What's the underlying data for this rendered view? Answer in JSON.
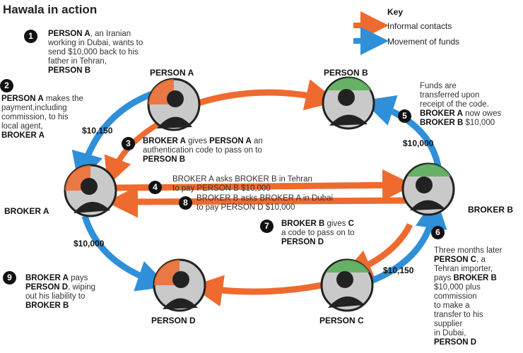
{
  "title": "Hawala in action",
  "key": {
    "heading": "Key",
    "informal": "Informal contacts",
    "funds": "Movement of funds",
    "colors": {
      "informal": "#ef6a2e",
      "funds": "#2f8fd8"
    }
  },
  "nodes": {
    "person_a": "PERSON A",
    "person_b": "PERSON B",
    "broker_a": "BROKER A",
    "broker_b": "BROKER B",
    "person_c": "PERSON C",
    "person_d": "PERSON D"
  },
  "amounts": {
    "a1": "$10,150",
    "a2": "$10,000",
    "a3": "$10,000",
    "a4": "$10,150"
  },
  "steps": [
    {
      "n": "1",
      "l1b": "PERSON A",
      "l1": ", an Iranian",
      "l2": "working in Dubai, wants to",
      "l3": "send $10,000 back to his",
      "l4": "father in Tehran,",
      "l5b": "PERSON B"
    },
    {
      "n": "2",
      "l1b": "PERSON A",
      "l1": " makes the",
      "l2": "payment,including",
      "l3": "commission, to his",
      "l4": "local agent,",
      "l5b": "BROKER A"
    },
    {
      "n": "3",
      "l1b": "BROKER A",
      "l1": " gives ",
      "l1b2": "PERSON A",
      "l1e": " an",
      "l2": "authentication code to pass on to",
      "l3b": "PERSON B"
    },
    {
      "n": "4",
      "l1": "BROKER A asks BROKER B in Tehran",
      "l2": "to pay PERSON B $10,000"
    },
    {
      "n": "5",
      "l1": "Funds are",
      "l2": "transferred upon",
      "l3": "receipt of the code.",
      "l4b": "BROKER A",
      "l4": " now owes",
      "l5b": "BROKER B",
      "l5": " $10,000"
    },
    {
      "n": "6",
      "l1": "Three months later",
      "l2b": "PERSON C",
      "l2": ", a",
      "l3": "Tehran importer,",
      "l4": "pays ",
      "l4b": "BROKER B",
      "l5": "$10,000 plus",
      "l6": "commission",
      "l7": "to make a",
      "l8": "transfer to his",
      "l9": "supplier",
      "l10": "in Dubai,",
      "l11b": "PERSON D"
    },
    {
      "n": "7",
      "l1b": "BROKER B",
      "l1": " gives ",
      "l1b2": "C",
      "l2": "a code to pass on to",
      "l3b": "PERSON D"
    },
    {
      "n": "8",
      "l1": "BROKER B asks BROKER A in Dubai",
      "l2": "to pay PERSON D $10,000"
    },
    {
      "n": "9",
      "l1b": "BROKER A",
      "l1": " pays",
      "l2b": "PERSON D",
      "l2": ", wiping",
      "l3": "out his liability to",
      "l4b": "BROKER B"
    }
  ]
}
